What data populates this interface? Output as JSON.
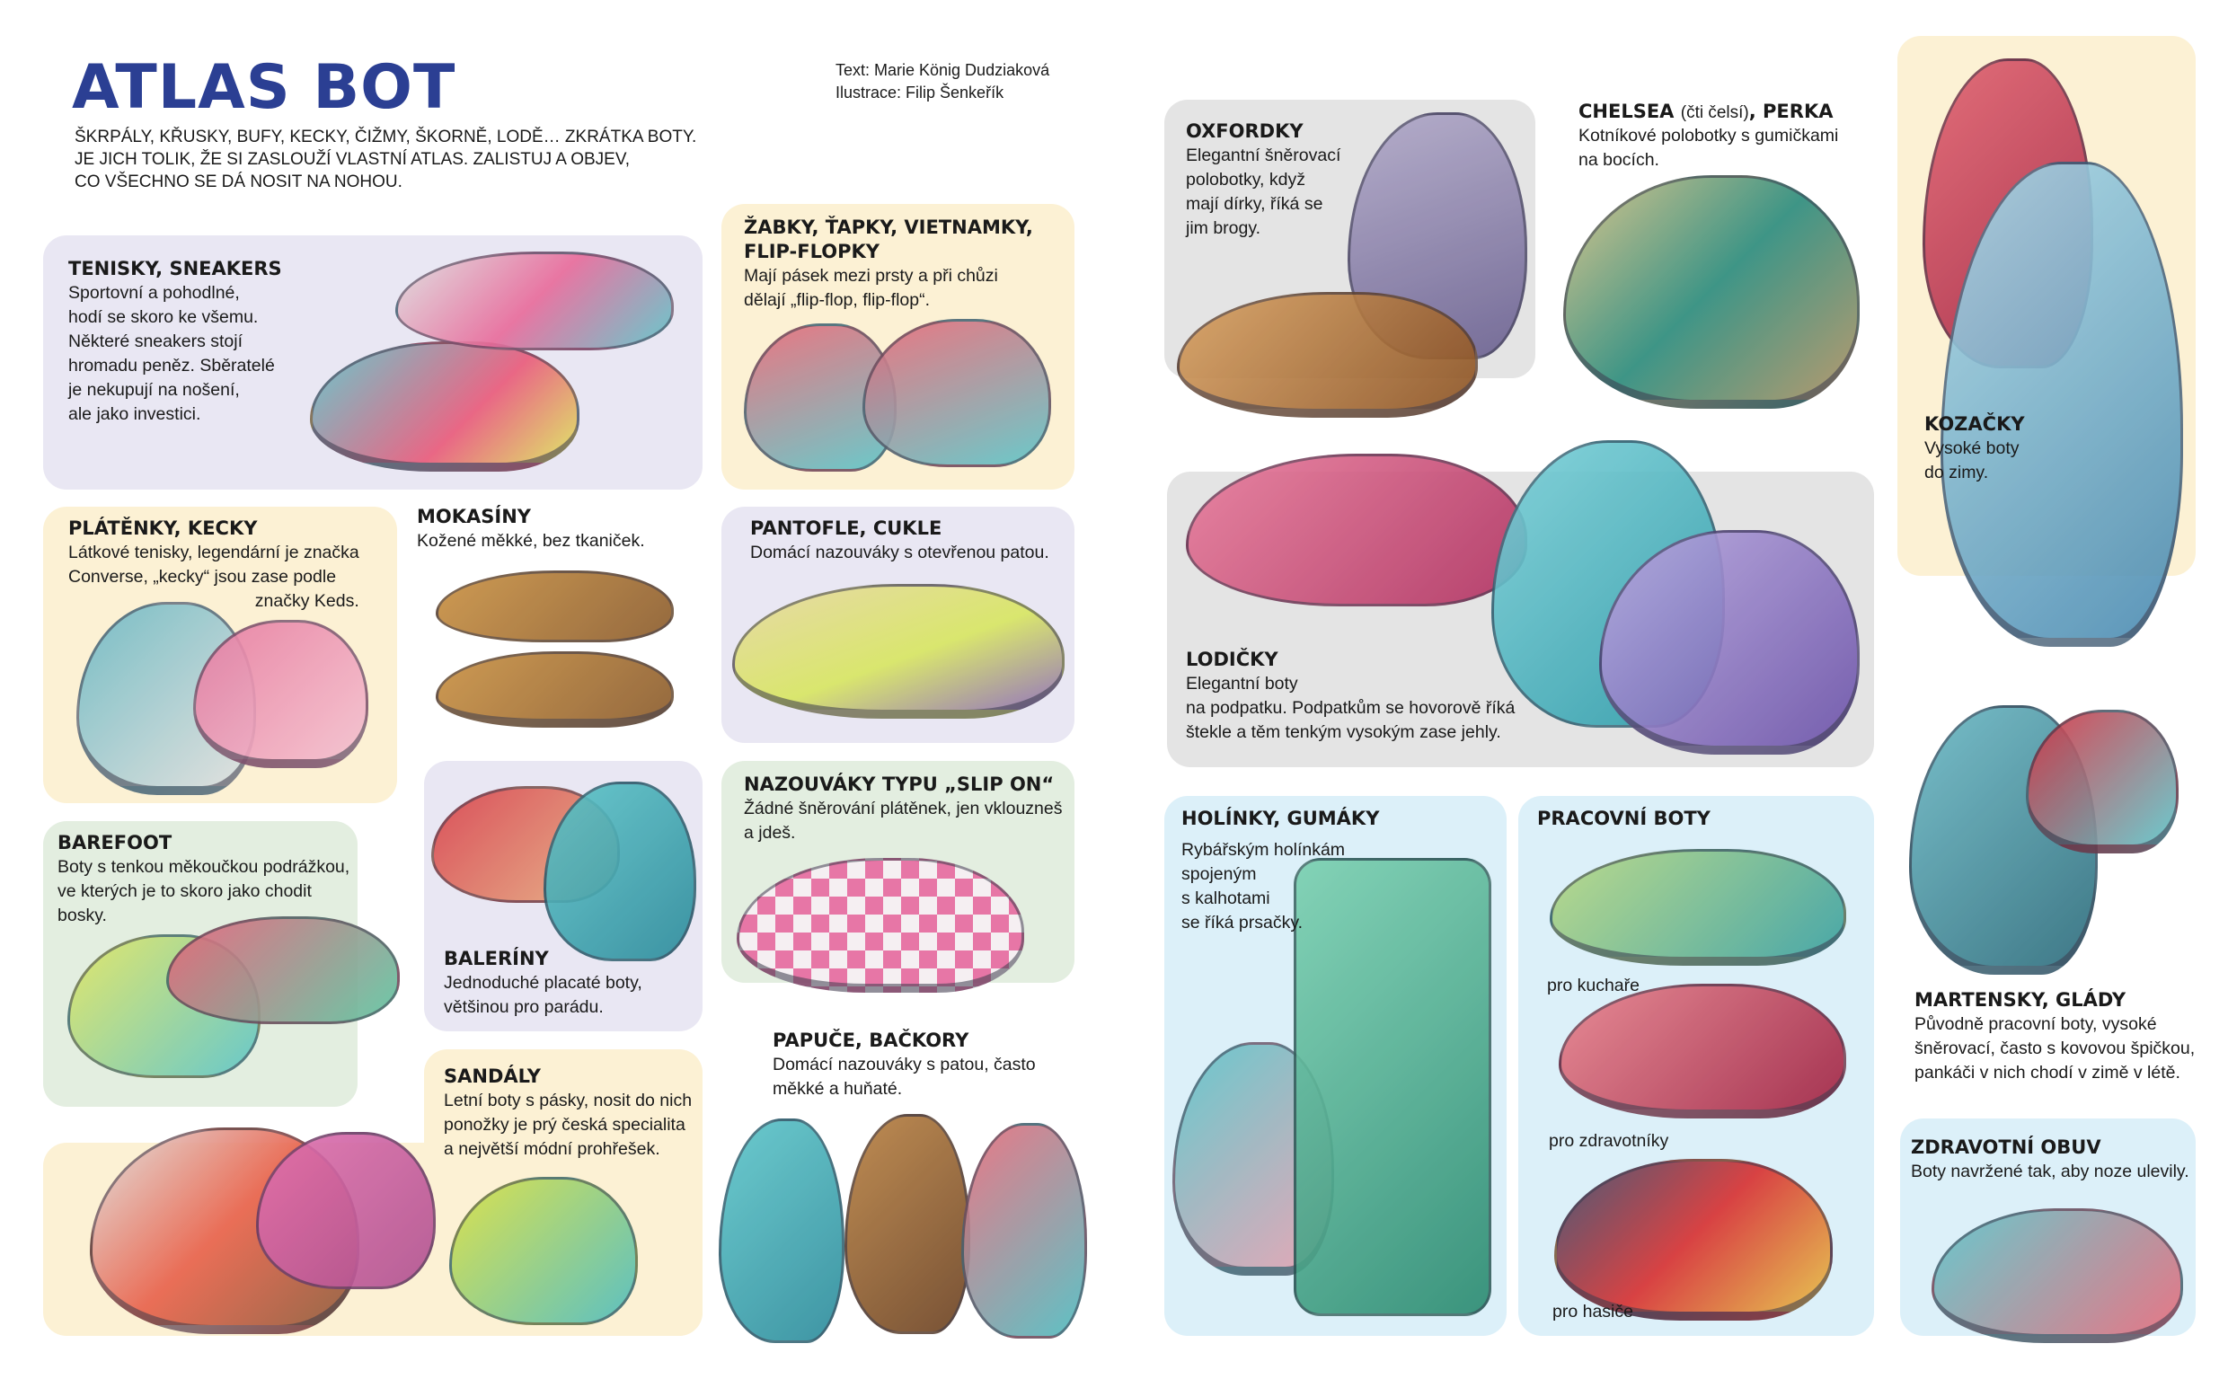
{
  "header": {
    "title": "ATLAS BOT",
    "credits": [
      "Text: Marie König Dudziaková",
      "Ilustrace: Filip Šenkeřík"
    ],
    "intro": "ŠKRPÁLY, KŘUSKY, BUFY, KECKY, ČIŽMY, ŠKORNĚ, LODĚ… ZKRÁTKA BOTY.\nJE JICH TOLIK, ŽE SI ZASLOUŽÍ VLASTNÍ ATLAS. ZALISTUJ A OBJEV,\nCO VŠECHNO SE DÁ NOSIT NA NOHOU."
  },
  "entries": {
    "tenisky": {
      "title": "Tenisky, sneakers",
      "text": "Sportovní a pohodlné,\nhodí se skoro ke všemu.\nNěkteré sneakers stojí\nhromadu peněz. Sběratelé\nje nekupují na nošení,\nale jako investici."
    },
    "zabky": {
      "title": "Žabky, ťapky, vietnamky,\nflip-flopky",
      "text": "Mají pásek mezi prsty a při chůzi\ndělají „flip-flop, flip-flop“."
    },
    "platenky": {
      "title": "Plátěnky, kecky",
      "text": "Látkové tenisky, legendární je značka\nConverse, „kecky“ jsou zase podle",
      "text2": "značky Keds."
    },
    "mokasiny": {
      "title": "Mokasíny",
      "text": "Kožené měkké, bez tkaniček."
    },
    "pantofle": {
      "title": "Pantofle, cukle",
      "text": "Domácí nazouváky s otevřenou patou."
    },
    "barefoot": {
      "title": "Barefoot",
      "text": "Boty s tenkou měkoučkou podrážkou,\nve kterých je to skoro jako chodit\nbosky."
    },
    "baleriny": {
      "title": "Baleríny",
      "text": "Jednoduché placaté boty,\nvětšinou pro parádu."
    },
    "slipon": {
      "title": "Nazouváky typu „slip on“",
      "text": "Žádné šněrování plátěnek, jen vklouzneš\na jdeš."
    },
    "sandaly": {
      "title": "Sandály",
      "text": "Letní boty s pásky, nosit do nich\nponožky je prý česká specialita\na největší módní prohřešek."
    },
    "papuce": {
      "title": "Papuče, bačkory",
      "text": "Domácí nazouváky s patou, často\nměkké a huňaté."
    },
    "oxfordky": {
      "title": "Oxfordky",
      "text": "Elegantní šněrovací\npolobotky, když\nmají dírky, říká se\njim brogy."
    },
    "chelsea": {
      "title": "Chelsea",
      "note": "(čti čelsí)",
      "title2": ", Perka",
      "text": "Kotníkové polobotky s gumičkami\nna bocích."
    },
    "kozacky": {
      "title": "Kozačky",
      "text": "Vysoké boty\ndo zimy."
    },
    "lodicky": {
      "title": "Lodičky",
      "text": "Elegantní boty\nna podpatku. Podpatkům se hovorově říká\nštekle a těm tenkým vysokým zase jehly."
    },
    "holinky": {
      "title": "Holínky, gumáky",
      "text": "Rybářským holínkám\nspojeným\ns kalhotami\nse říká prsačky."
    },
    "pracovni": {
      "title": "Pracovní boty",
      "labels": [
        "pro kuchaře",
        "pro zdravotníky",
        "pro hasiče"
      ]
    },
    "martensky": {
      "title": "Martensky, glády",
      "text": "Původně pracovní boty, vysoké\nšněrovací, často s kovovou špičkou,\npankáči v nich chodí v zimě v létě."
    },
    "zdravotni": {
      "title": "Zdravotní obuv",
      "text": "Boty navržené tak, aby noze ulevily."
    }
  }
}
